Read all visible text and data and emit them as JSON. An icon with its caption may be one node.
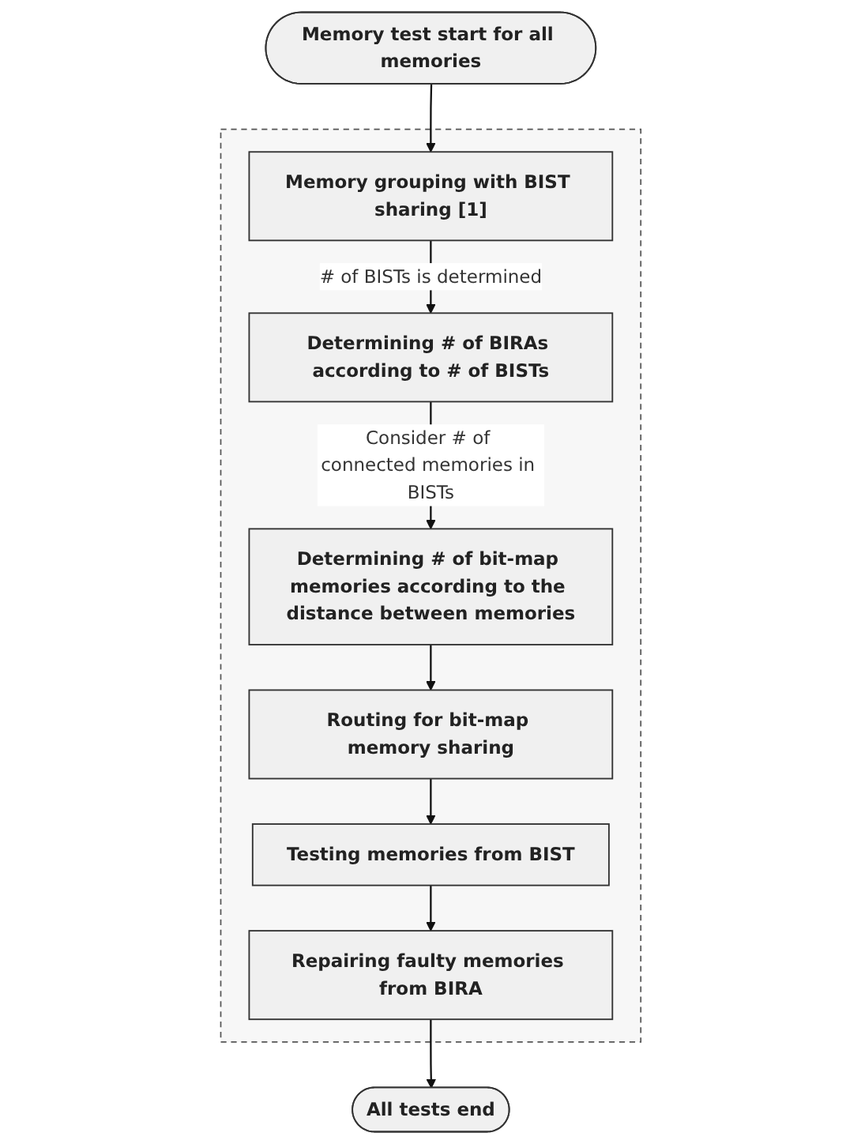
{
  "diagram": {
    "nodes": [
      {
        "text": [
          "Memory test start for all memories"
        ]
      },
      {
        "text": [],
        "shape": "box"
      },
      {
        "text": [
          "Memory grouping with BIST sharing [1]"
        ],
        "in": 1
      },
      {
        "text": [
          "Determining # of BIRAs according to # of BISTs"
        ],
        "in": 1
      },
      {
        "text": [
          "Determining # of bit-map memories according to the distance between memories"
        ],
        "in": 1
      },
      {
        "text": [
          "Routing for bit-map memory sharing"
        ],
        "in": 1
      },
      {
        "text": [
          "Testing memories from BIST"
        ],
        "in": 1
      },
      {
        "text": [
          "Repairing faulty memories from BIRA"
        ],
        "in": 1
      },
      {
        "text": [
          "All tests end"
        ]
      }
    ],
    "edges": [
      {
        "from": 0,
        "to": 2,
        "arrow": "to"
      },
      {
        "from": 2,
        "to": 3,
        "arrow": "to",
        "label": "# of BISTs is determined"
      },
      {
        "from": 3,
        "to": 4,
        "arrow": "to",
        "label": "Consider # of connected memories in BISTs"
      },
      {
        "from": 4,
        "to": 5,
        "arrow": "to"
      },
      {
        "from": 5,
        "to": 6,
        "arrow": "to"
      },
      {
        "from": 6,
        "to": 7,
        "arrow": "to"
      },
      {
        "from": 7,
        "to": 8,
        "arrow": "to"
      }
    ]
  }
}
